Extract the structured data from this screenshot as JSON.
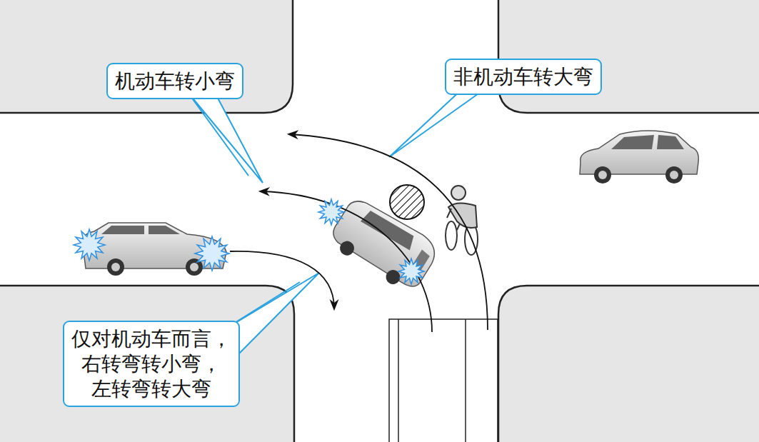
{
  "diagram": {
    "nodes": [
      {
        "text": [
          "机动车转小弯"
        ]
      },
      {
        "text": [
          "非机动车转大弯"
        ]
      },
      {
        "text": [
          "仅对机动车而言， 右转弯转小弯， 左转弯转大弯"
        ]
      }
    ]
  }
}
